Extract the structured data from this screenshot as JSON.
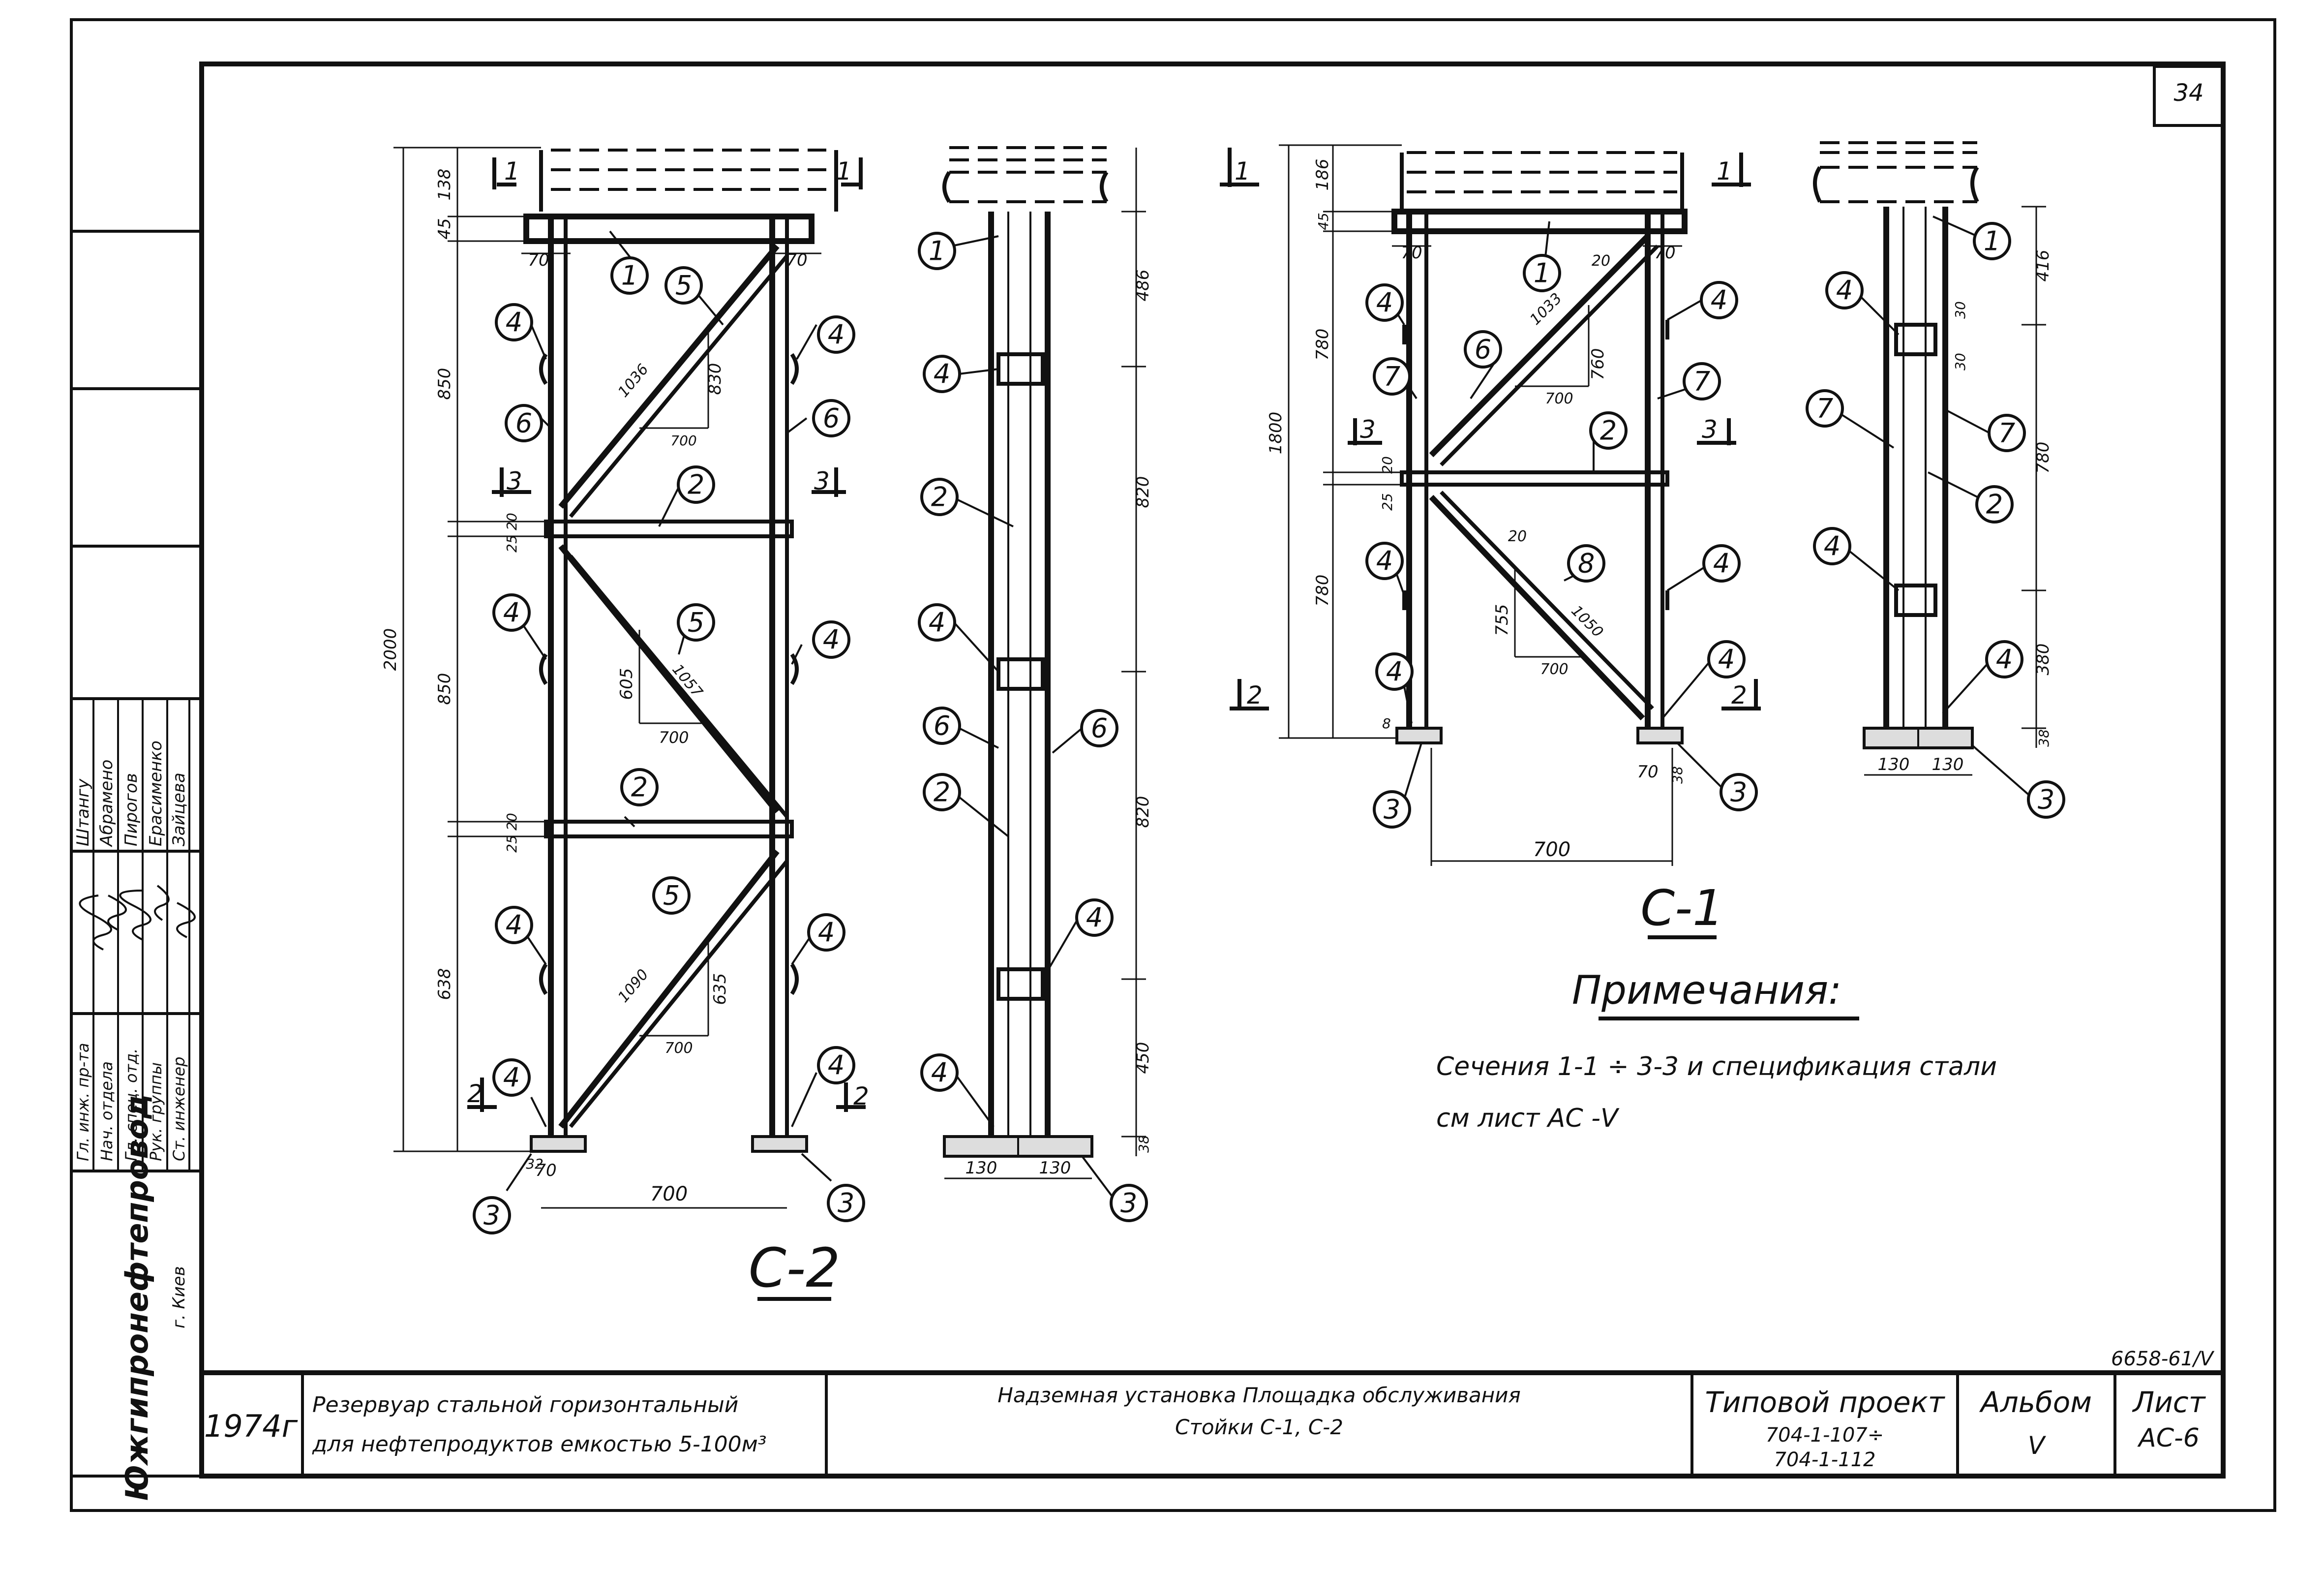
{
  "sheet": {
    "number": "34",
    "doc_code": "6658-61/Ⅴ",
    "year": "1974г",
    "title_left": [
      "Резервуар стальной горизонтальный",
      "для нефтепродуктов емкостью 5-100м³"
    ],
    "title_center": [
      "Надземная установка Площадка обслуживания",
      "Стойки С-1, С-2"
    ],
    "project_label": "Типовой проект",
    "project_codes": [
      "704-1-107÷",
      "704-1-112"
    ],
    "album_label": "Альбом",
    "album_value": "Ⅴ",
    "sheet_label": "Лист",
    "sheet_value": "АС-6",
    "org": "Южгипронефтепровод",
    "org_city": "г. Киев"
  },
  "stamp": {
    "roles": [
      "Гл. инж. пр-та",
      "Нач. отдела",
      "Гл. спец. отд.",
      "Рук. группы",
      "Ст. инженер"
    ],
    "names": [
      "Штангу",
      "Абрамено",
      "Пирогов",
      "Ерасименко",
      "Зайцева"
    ]
  },
  "notes": {
    "title": "Примечания:",
    "lines": [
      "Сечения 1-1 ÷ 3-3 и спецификация стали",
      "см лист АС -Ⅴ"
    ]
  },
  "views": {
    "c2_label": "С-2",
    "c1_label": "С-1"
  },
  "c2_front": {
    "dims_v": [
      "138",
      "45",
      "850",
      "850",
      "638",
      "2000",
      "20",
      "25",
      "20",
      "25",
      "32"
    ],
    "dims_h": [
      "70",
      "70",
      "700",
      "70"
    ],
    "brace_dims": [
      "1036",
      "830",
      "700",
      "1057",
      "605",
      "700",
      "1090",
      "635",
      "700"
    ],
    "section_marks": [
      "1",
      "1",
      "3",
      "3",
      "2",
      "2"
    ],
    "markers": [
      "1",
      "5",
      "4",
      "4",
      "6",
      "6",
      "2",
      "4",
      "5",
      "4",
      "2",
      "4",
      "5",
      "4",
      "4",
      "4",
      "3",
      "3"
    ]
  },
  "c2_side": {
    "dims_v": [
      "486",
      "820",
      "820",
      "450",
      "38"
    ],
    "dims_h": [
      "130",
      "130"
    ],
    "markers": [
      "1",
      "4",
      "2",
      "4",
      "6",
      "6",
      "2",
      "4",
      "4",
      "3"
    ]
  },
  "c1_front": {
    "dims_v": [
      "186",
      "45",
      "780",
      "1800",
      "780",
      "8",
      "20",
      "25"
    ],
    "dims_h": [
      "70",
      "70",
      "700",
      "70",
      "38"
    ],
    "brace_dims": [
      "1033",
      "20",
      "760",
      "700",
      "20",
      "755",
      "1050",
      "700"
    ],
    "section_marks": [
      "1",
      "1",
      "3",
      "3",
      "2",
      "2"
    ],
    "markers": [
      "1",
      "4",
      "4",
      "7",
      "6",
      "7",
      "2",
      "4",
      "8",
      "4",
      "4",
      "4",
      "3",
      "3"
    ]
  },
  "c1_side": {
    "dims_v": [
      "416",
      "30",
      "30",
      "780",
      "380",
      "38"
    ],
    "dims_h": [
      "130",
      "130"
    ],
    "markers": [
      "1",
      "4",
      "7",
      "7",
      "2",
      "4",
      "4",
      "3"
    ]
  }
}
